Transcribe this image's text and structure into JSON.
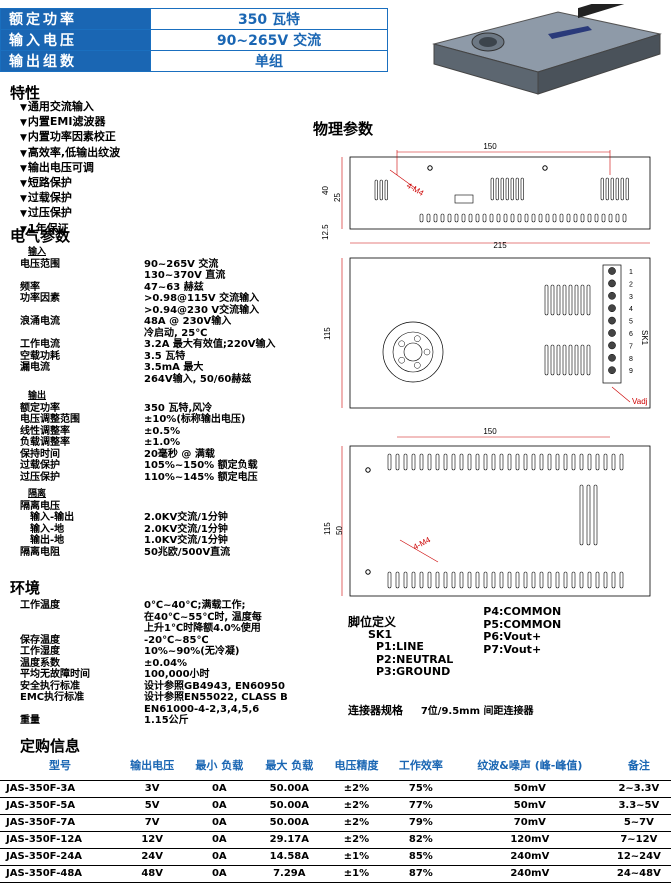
{
  "spec_header": [
    {
      "key": "额定功率",
      "value": "350 瓦特"
    },
    {
      "key": "输入电压",
      "value": "90~265V 交流"
    },
    {
      "key": "输出组数",
      "value": "单组"
    }
  ],
  "features": {
    "title": "特性",
    "items": [
      "通用交流输入",
      "内置EMI滤波器",
      "内置功率因素校正",
      "高效率,低输出纹波",
      "输出电压可调",
      "短路保护",
      "过载保护",
      "过压保护",
      "1年保证"
    ]
  },
  "electrical": {
    "title": "电气参数",
    "input_label": "输入",
    "input": [
      {
        "label": "电压范围",
        "value": "90~265V 交流"
      },
      {
        "label": "",
        "value": "130~370V 直流"
      },
      {
        "label": "频率",
        "value": "47~63 赫兹"
      },
      {
        "label": "功率因素",
        "value": ">0.98@115V 交流输入"
      },
      {
        "label": "",
        "value": ">0.94@230 V交流输入"
      },
      {
        "label": "浪涌电流",
        "value": "48A @ 230V输入"
      },
      {
        "label": "",
        "value": "冷启动, 25℃"
      },
      {
        "label": "工作电流",
        "value": "3.2A 最大有效值;220V输入"
      },
      {
        "label": "空载功耗",
        "value": "3.5 瓦特"
      },
      {
        "label": "漏电流",
        "value": "3.5mA 最大"
      },
      {
        "label": "",
        "value": "264V输入, 50/60赫兹"
      }
    ],
    "output_label": "输出",
    "output": [
      {
        "label": "额定功率",
        "value": "350 瓦特,风冷"
      },
      {
        "label": "电压调整范围",
        "value": "±10%(标称输出电压)"
      },
      {
        "label": "线性调整率",
        "value": "±0.5%"
      },
      {
        "label": "负载调整率",
        "value": "±1.0%"
      },
      {
        "label": "保持时间",
        "value": "20毫秒 @ 满载"
      },
      {
        "label": "过载保护",
        "value": "105%~150% 额定负载"
      },
      {
        "label": "过压保护",
        "value": "110%~145% 额定电压"
      }
    ],
    "isolation_label": "隔离",
    "isolation": [
      {
        "label": "隔离电压",
        "value": "",
        "indent": false
      },
      {
        "label": "输入-输出",
        "value": "2.0KV交流/1分钟",
        "indent": true
      },
      {
        "label": "输入-地",
        "value": "2.0KV交流/1分钟",
        "indent": true
      },
      {
        "label": "输出-地",
        "value": "1.0KV交流/1分钟",
        "indent": true
      },
      {
        "label": "隔离电阻",
        "value": "50兆欧/500V直流",
        "indent": false
      }
    ]
  },
  "environment": {
    "title": "环境",
    "rows": [
      {
        "label": "工作温度",
        "value": "0℃~40℃;满载工作;"
      },
      {
        "label": "",
        "value": "在40℃~55℃时, 温度每"
      },
      {
        "label": "",
        "value": "上升1℃时降额4.0%使用"
      },
      {
        "label": "保存温度",
        "value": "-20℃~85℃"
      },
      {
        "label": "工作湿度",
        "value": "10%~90%(无冷凝)"
      },
      {
        "label": "温度系数",
        "value": "±0.04%"
      },
      {
        "label": "平均无故障时间",
        "value": "100,000小时"
      },
      {
        "label": "安全执行标准",
        "value": "设计参照GB4943, EN60950"
      },
      {
        "label": "EMC执行标准",
        "value": "设计参照EN55022, CLASS B"
      },
      {
        "label": "",
        "value": "EN61000-4-2,3,4,5,6"
      },
      {
        "label": "重量",
        "value": "1.15公斤"
      }
    ]
  },
  "physical": {
    "title": "物理参数",
    "dims": {
      "top_width": "150",
      "height1": "40",
      "height2": "25",
      "offset": "12.5",
      "length": "215",
      "side": "115",
      "bottom_width": "150",
      "bottom_side": "115",
      "bottom_h": "50"
    },
    "screw_label": "4-M4",
    "terminal_label": "SK1",
    "terminal_numbers": [
      "1",
      "2",
      "3",
      "4",
      "5",
      "6",
      "7",
      "8",
      "9"
    ],
    "vadj_label": "Vadj"
  },
  "pinout": {
    "title": "脚位定义",
    "connector": "SK1",
    "left": [
      "P1:LINE",
      "P2:NEUTRAL",
      "P3:GROUND"
    ],
    "right": [
      "P4:COMMON",
      "P5:COMMON",
      "P6:Vout+",
      "P7:Vout+"
    ]
  },
  "connector_spec": {
    "label": "连接器规格",
    "value": "7位/9.5mm 间距连接器"
  },
  "order": {
    "title": "定购信息",
    "headers": [
      "型号",
      "输出电压",
      "最小 负载",
      "最大 负载",
      "电压精度",
      "工作效率",
      "纹波&噪声 (峰-峰值)",
      "备注"
    ],
    "rows": [
      [
        "JAS-350F-3A",
        "3V",
        "0A",
        "50.00A",
        "±2%",
        "75%",
        "50mV",
        "2~3.3V"
      ],
      [
        "JAS-350F-5A",
        "5V",
        "0A",
        "50.00A",
        "±2%",
        "77%",
        "50mV",
        "3.3~5V"
      ],
      [
        "JAS-350F-7A",
        "7V",
        "0A",
        "50.00A",
        "±2%",
        "79%",
        "70mV",
        "5~7V"
      ],
      [
        "JAS-350F-12A",
        "12V",
        "0A",
        "29.17A",
        "±2%",
        "82%",
        "120mV",
        "7~12V"
      ],
      [
        "JAS-350F-24A",
        "24V",
        "0A",
        "14.58A",
        "±1%",
        "85%",
        "240mV",
        "12~24V"
      ],
      [
        "JAS-350F-48A",
        "48V",
        "0A",
        "7.29A",
        "±1%",
        "87%",
        "240mV",
        "24~48V"
      ]
    ]
  }
}
